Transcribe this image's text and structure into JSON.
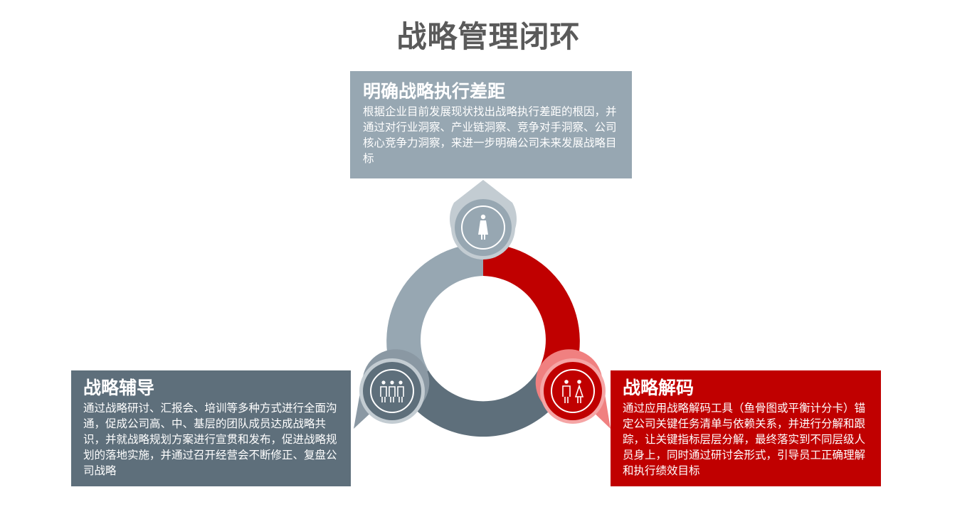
{
  "title": "战略管理闭环",
  "top": {
    "title": "明确战略执行差距",
    "text": "根据企业目前发展现状找出战略执行差距的根因，并通过对行业洞察、产业链洞察、竞争对手洞察、公司核心竞争力洞察，来进一步明确公司未来发展战略目标"
  },
  "left": {
    "title": "战略辅导",
    "text": "通过战略研讨、汇报会、培训等多种方式进行全面沟通，促成公司高、中、基层的团队成员达成战略共识，并就战略规划方案进行宣贯和发布，促进战略规划的落地实施，并通过召开经营会不断修正、复盘公司战略"
  },
  "right": {
    "title": "战略解码",
    "text": "通过应用战略解码工具（鱼骨图或平衡计分卡）锚定公司关键任务清单与依赖关系，并进行分解和跟踪，让关键指标层层分解，最终落实到不同层级人员身上，同时通过研讨会形式，引导员工正确理解和执行绩效目标"
  },
  "icons": {
    "top": "person-icon",
    "right": "two-people-icon",
    "left": "group-icon"
  },
  "colors": {
    "top": "#97a7b2",
    "left": "#5e6f7b",
    "right": "#c00000",
    "title": "#5a5a5a"
  }
}
